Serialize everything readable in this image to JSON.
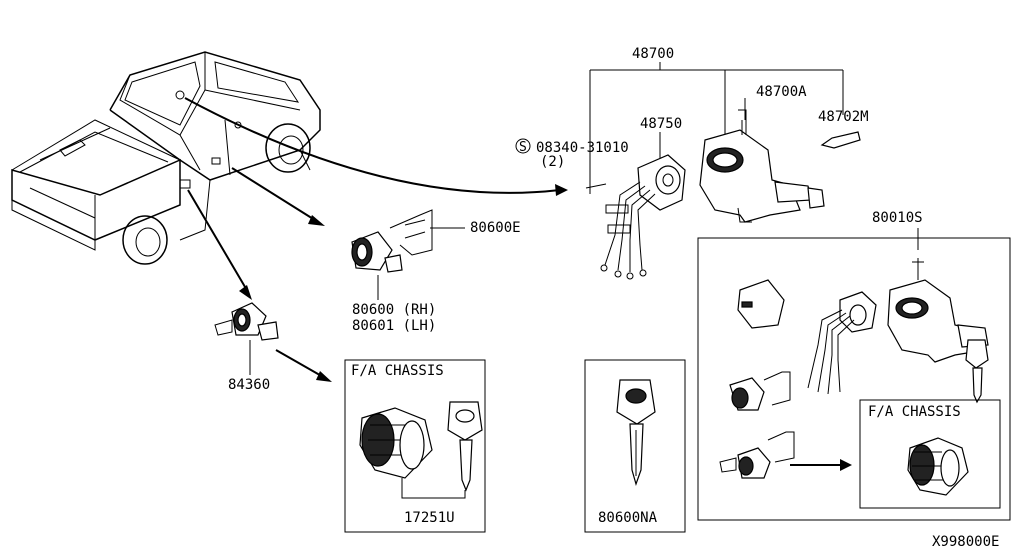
{
  "labels": {
    "p48700": "48700",
    "p48700A": "48700A",
    "p48750": "48750",
    "p48702M": "48702M",
    "p08340": "08340-31010",
    "p08340_qty": "(2)",
    "p08340_prefix": "S",
    "p80600E": "80600E",
    "p80600_rh": "80600 (RH)",
    "p80601_lh": "80601 (LH)",
    "p84360": "84360",
    "p17251U": "17251U",
    "p80600NA": "80600NA",
    "p80010S": "80010S",
    "fa_chassis_1": "F/A CHASSIS",
    "fa_chassis_2": "F/A CHASSIS",
    "diagram_code": "X998000E"
  },
  "colors": {
    "ink": "#000000",
    "paper": "#ffffff"
  }
}
